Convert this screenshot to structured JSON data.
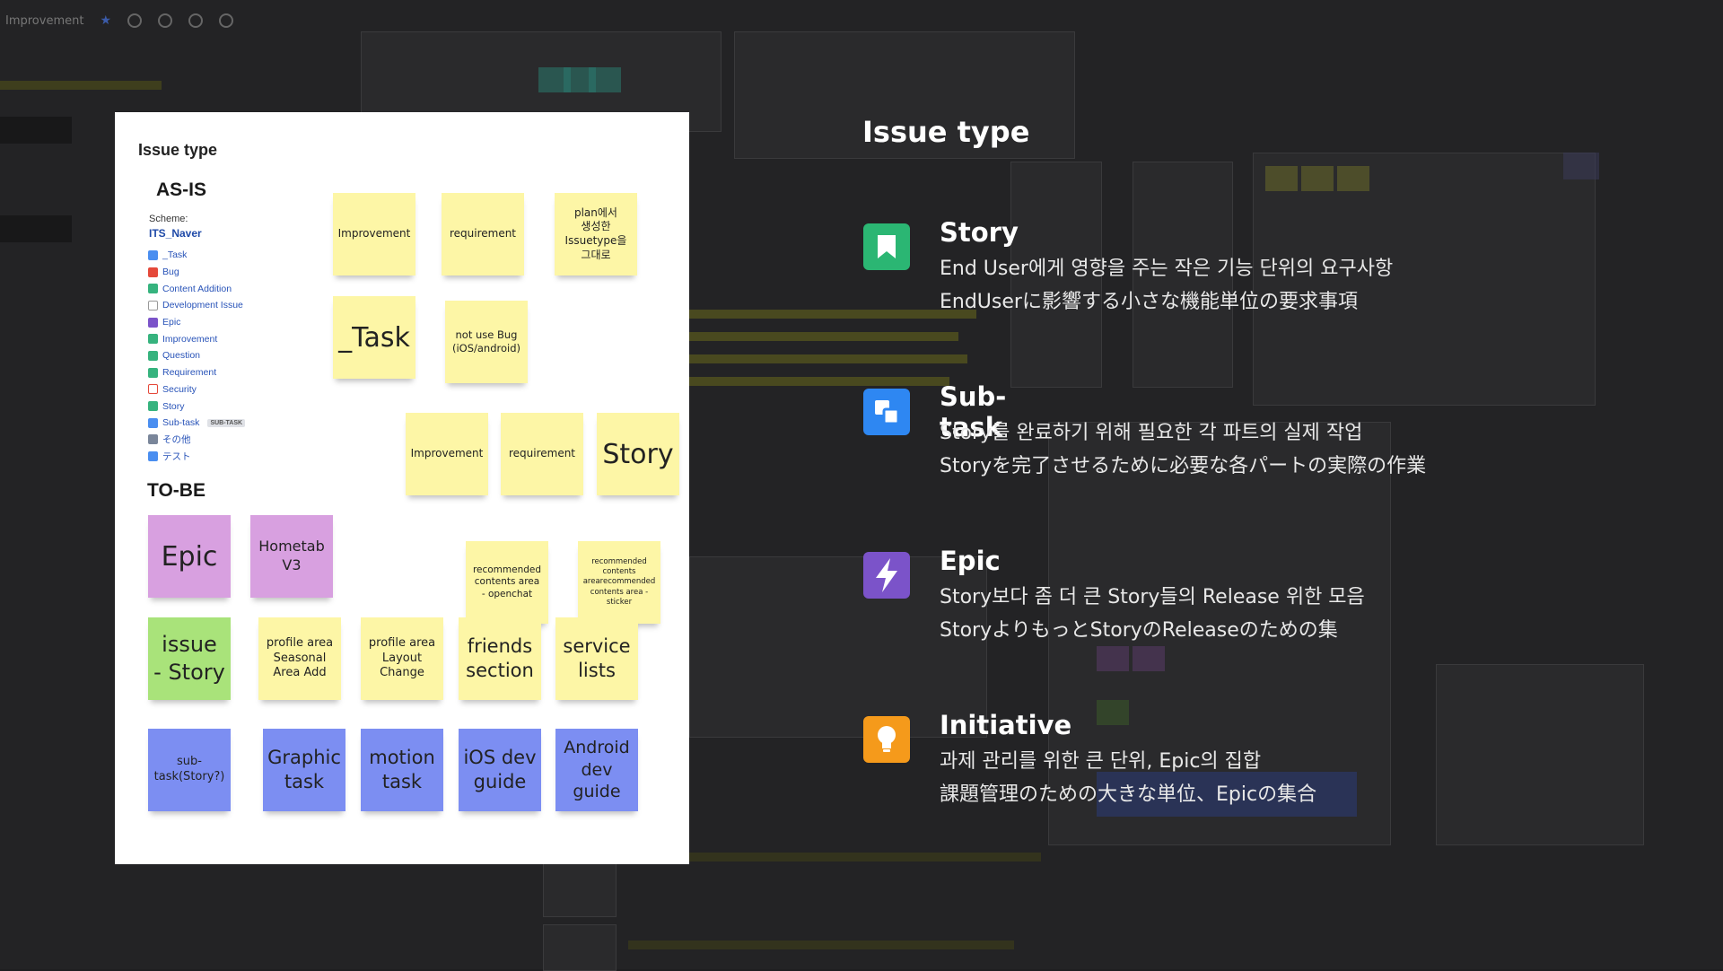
{
  "topbar": {
    "board_name": "Improvement"
  },
  "card": {
    "title": "Issue type",
    "asis": {
      "title": "AS-IS",
      "scheme_label": "Scheme:",
      "scheme_name": "ITS_Naver",
      "types": [
        "_Task",
        "Bug",
        "Content Addition",
        "Development Issue",
        "Epic",
        "Improvement",
        "Question",
        "Requirement",
        "Security",
        "Story",
        "Sub-task",
        "その他",
        "テスト"
      ],
      "subtask_badge": "SUB-TASK"
    },
    "tobe": {
      "title": "TO-BE"
    },
    "stickies": {
      "s1": "Improvement",
      "s2": "requirement",
      "s3": "plan에서\n생성한\nIssuetype을\n그대로",
      "s4": "_Task",
      "s5": "not use Bug\n(iOS/android)",
      "s6": "Improvement",
      "s7": "requirement",
      "s8": "Story",
      "s9": "Epic",
      "s10": "Hometab\nV3",
      "s11": "recommended\ncontents area\n- openchat",
      "s12": "recommended\ncontents\narearecommended\ncontents area -\nsticker",
      "s13": "issue\n- Story",
      "s14": "profile area\nSeasonal\nArea Add",
      "s15": "profile area\nLayout\nChange",
      "s16": "friends\nsection",
      "s17": "service\nlists",
      "s18": "sub-\ntask(Story?)",
      "s19": "Graphic\ntask",
      "s20": "motion\ntask",
      "s21": "iOS dev\nguide",
      "s22": "Android\ndev\nguide"
    }
  },
  "main": {
    "title": "Issue type",
    "items": [
      {
        "name": "Story",
        "icon": "bookmark-icon",
        "color": "#2bb673",
        "desc_ko": "End User에게 영향을 주는 작은 기능 단위의 요구사항",
        "desc_ja": "EndUserに影響する小さな機能単位の要求事項"
      },
      {
        "name": "Sub-task",
        "icon": "subtask-icon",
        "color": "#2e87f2",
        "desc_ko": "Story를 완료하기 위해 필요한 각 파트의 실제 작업",
        "desc_ja": "Storyを完了させるために必要な各パートの実際の作業"
      },
      {
        "name": "Epic",
        "icon": "lightning-icon",
        "color": "#7b53c9",
        "desc_ko": "Story보다 좀 더 큰 Story들의 Release 위한 모음",
        "desc_ja": "StoryよりもっとStoryのReleaseのための集"
      },
      {
        "name": "Initiative",
        "icon": "lightbulb-icon",
        "color": "#f59a1b",
        "desc_ko": "과제 관리를 위한 큰 단위, Epic의 집합",
        "desc_ja": "課題管理のための大きな単位、Epicの集合"
      }
    ]
  }
}
